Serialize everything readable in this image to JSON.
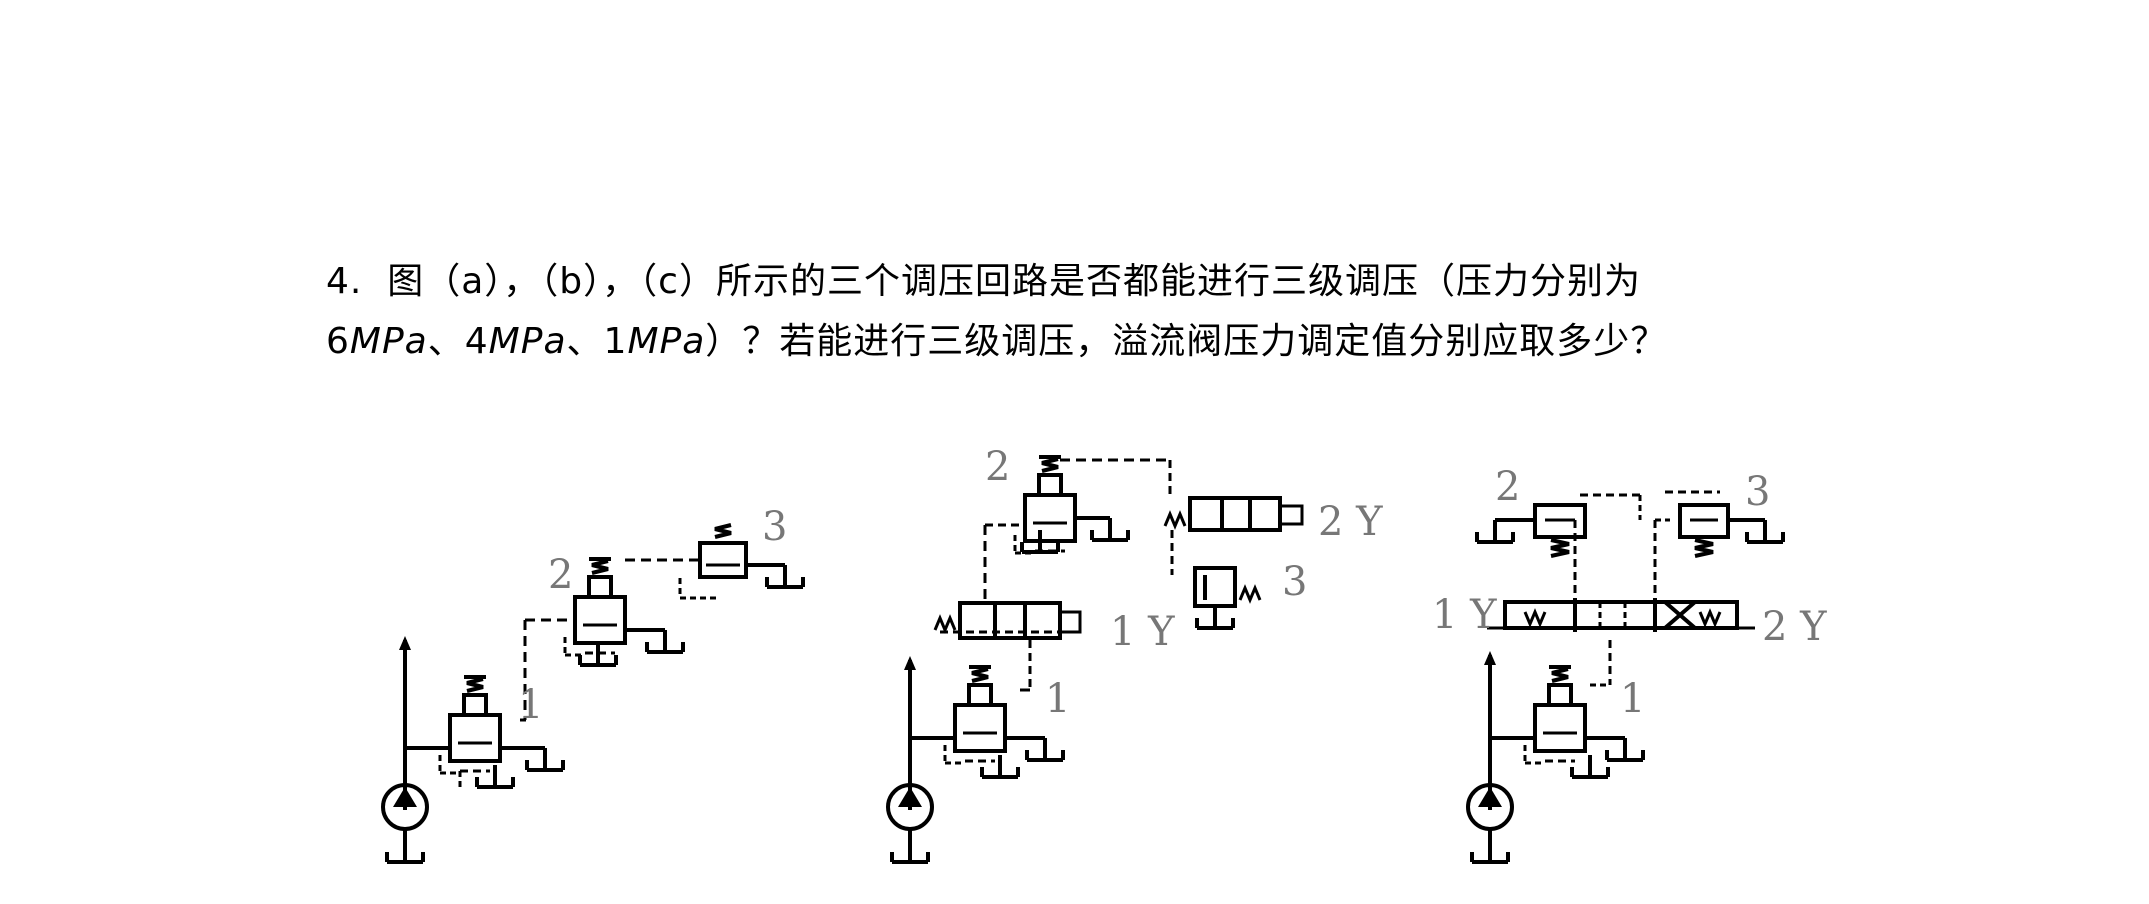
{
  "question": {
    "number": "4.",
    "line1_text": "图（a），（b），（c）所示的三个调压回路是否都能进行三级调压（压力分别为",
    "p1_value": "6",
    "unit": "MPa",
    "sep": "、",
    "p2_value": "4",
    "p3_value": "1",
    "line2_tail": "）？若能进行三级调压，溢流阀压力调定值分别应取多少？"
  },
  "diagram_a": {
    "labels": [
      "1",
      "2",
      "3"
    ]
  },
  "diagram_b": {
    "labels": [
      "1",
      "2",
      "3"
    ],
    "solenoids": [
      "1 Y",
      "2 Y"
    ]
  },
  "diagram_c": {
    "labels": [
      "1",
      "2",
      "3"
    ],
    "solenoids": [
      "1 Y",
      "2 Y"
    ]
  }
}
